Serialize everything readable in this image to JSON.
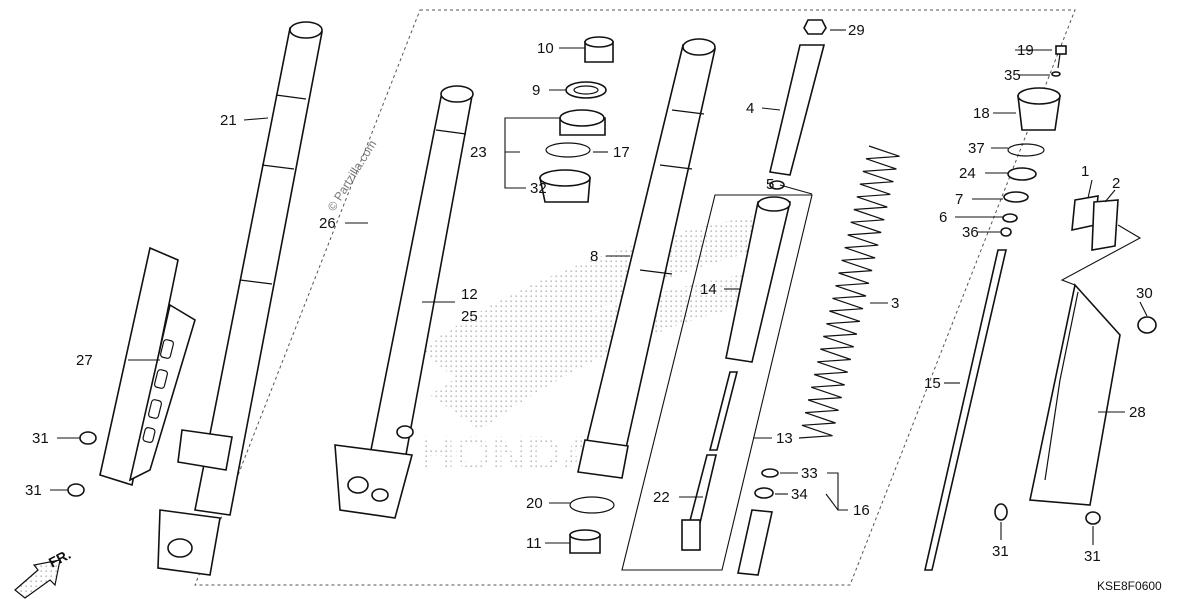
{
  "diagram": {
    "watermark": "© Partzilla.com",
    "diagram_code": "KSE8F0600",
    "direction_label": "FR.",
    "part_labels": [
      "1",
      "2",
      "3",
      "4",
      "5",
      "6",
      "7",
      "8",
      "9",
      "10",
      "11",
      "12",
      "13",
      "14",
      "15",
      "16",
      "17",
      "18",
      "19",
      "20",
      "21",
      "22",
      "23",
      "24",
      "25",
      "26",
      "27",
      "28",
      "29",
      "30",
      "31",
      "32",
      "33",
      "34",
      "35",
      "36",
      "37"
    ],
    "brand_watermark": "HONDA"
  }
}
